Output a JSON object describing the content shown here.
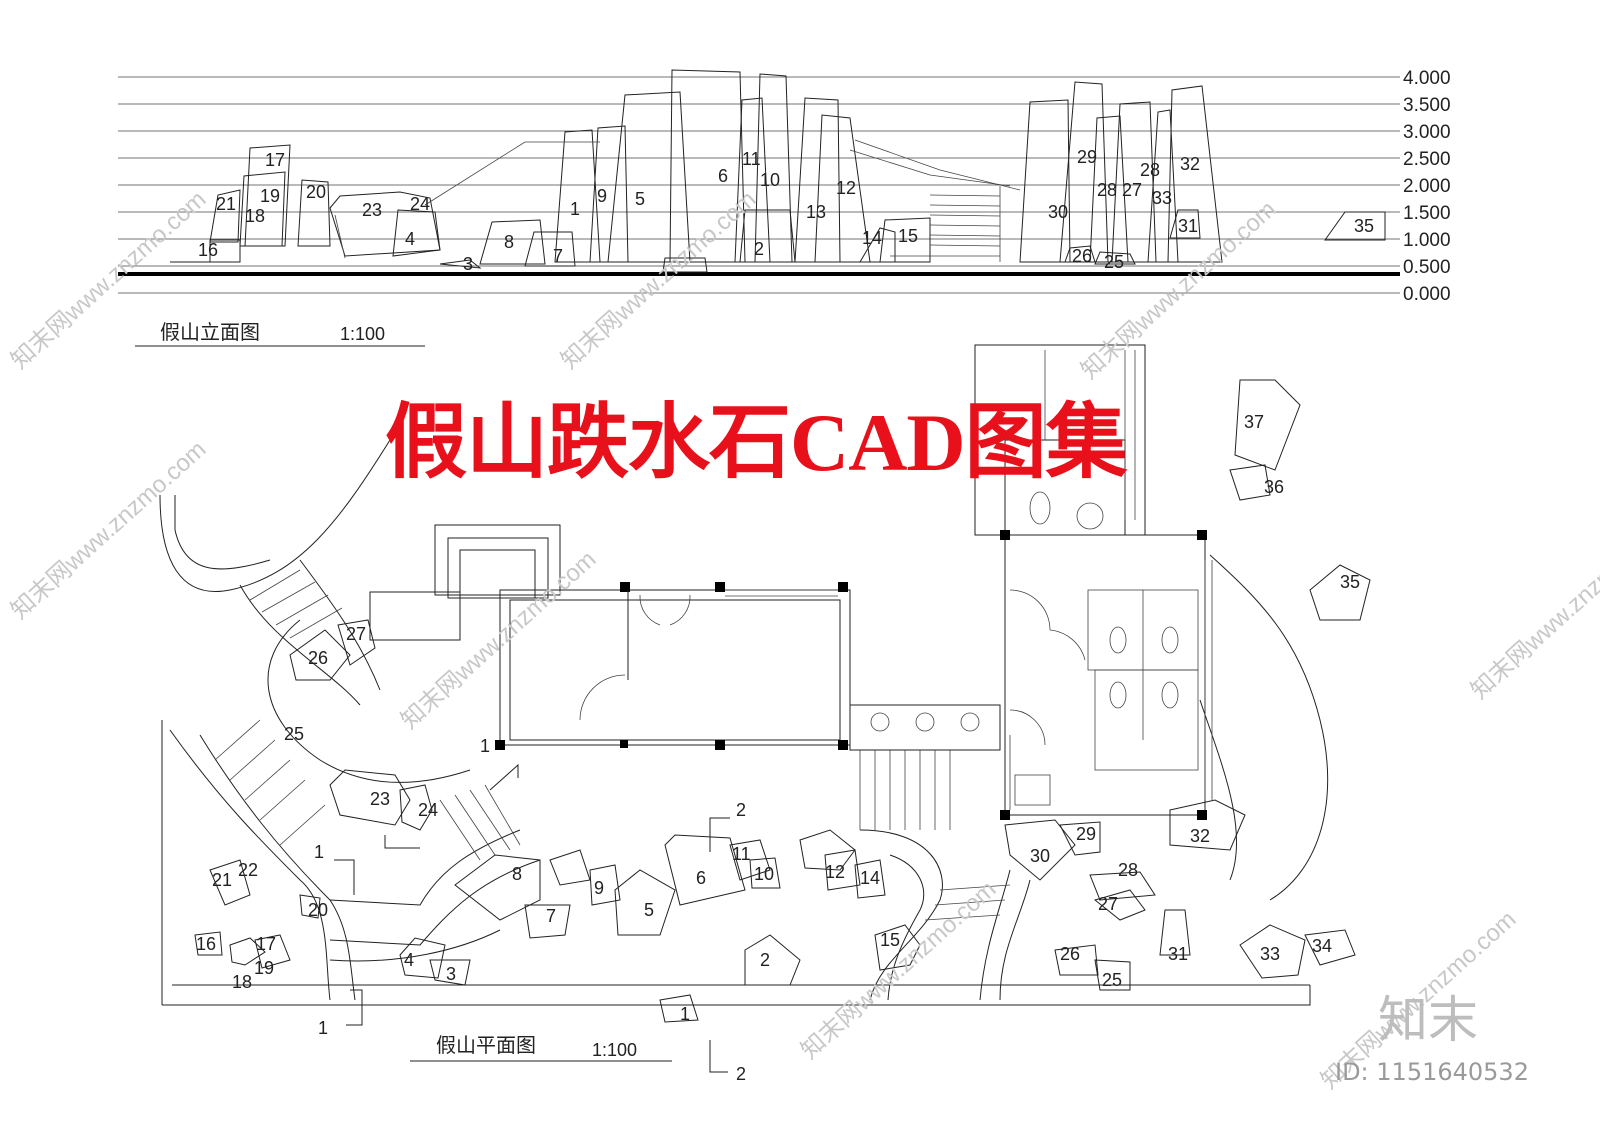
{
  "title": "假山跌水石CAD图集",
  "elevation": {
    "caption": "假山立面图",
    "scale": "1:100",
    "levels": [
      "4.000",
      "3.500",
      "3.000",
      "2.500",
      "2.000",
      "1.500",
      "1.000",
      "0.500",
      "0.000"
    ]
  },
  "plan": {
    "caption": "假山平面图",
    "scale": "1:100",
    "section_marks": [
      "1",
      "1",
      "2",
      "2"
    ]
  },
  "stone_numbers": [
    "1",
    "2",
    "3",
    "4",
    "5",
    "6",
    "7",
    "8",
    "9",
    "10",
    "11",
    "12",
    "13",
    "14",
    "15",
    "16",
    "17",
    "18",
    "19",
    "20",
    "21",
    "22",
    "23",
    "24",
    "25",
    "26",
    "27",
    "28",
    "29",
    "30",
    "31",
    "32",
    "33",
    "34",
    "35",
    "36",
    "37"
  ],
  "watermark": "知末网www.znzmo.com",
  "brand": "知末",
  "id_label": "ID: 1151640532"
}
